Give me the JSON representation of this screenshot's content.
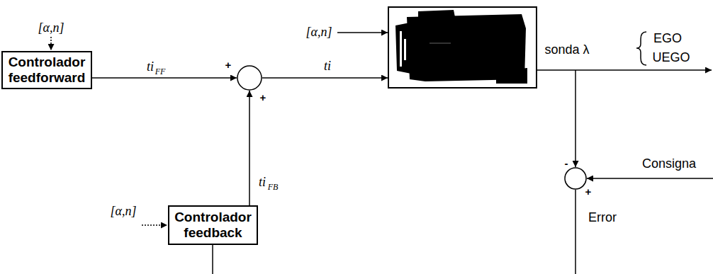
{
  "diagram": {
    "nodes": [
      {
        "text": [
          "Controlador feedforward"
        ]
      },
      {
        "text": [
          "Controlador feedback"
        ]
      }
    ],
    "labels": [
      "[α,n]",
      "ti",
      "FF",
      "+",
      "+",
      "ti",
      "[α,n]",
      "sonda λ",
      "EGO",
      "UEGO",
      "ti",
      "FB",
      "-",
      "Consigna",
      "+",
      "Error",
      "[α,n]"
    ]
  }
}
